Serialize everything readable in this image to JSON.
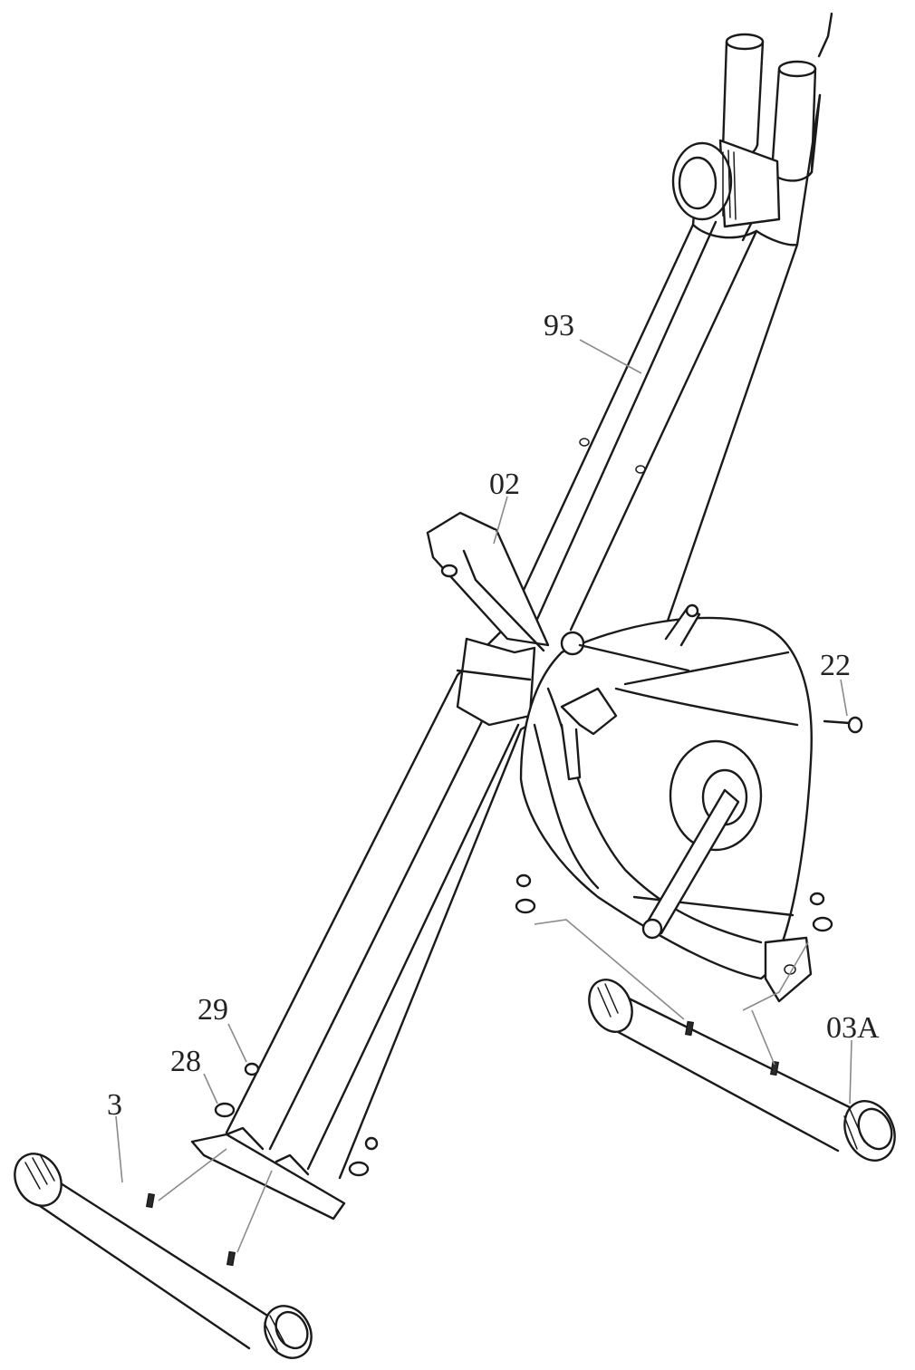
{
  "part_labels": {
    "p93": "93",
    "p02": "02",
    "p22": "22",
    "p29": "29",
    "p28": "28",
    "p3": "3",
    "p03A": "03A"
  },
  "colors": {
    "line": "#1a1a1a",
    "leader": "#8a8a8a",
    "background": "#ffffff"
  }
}
